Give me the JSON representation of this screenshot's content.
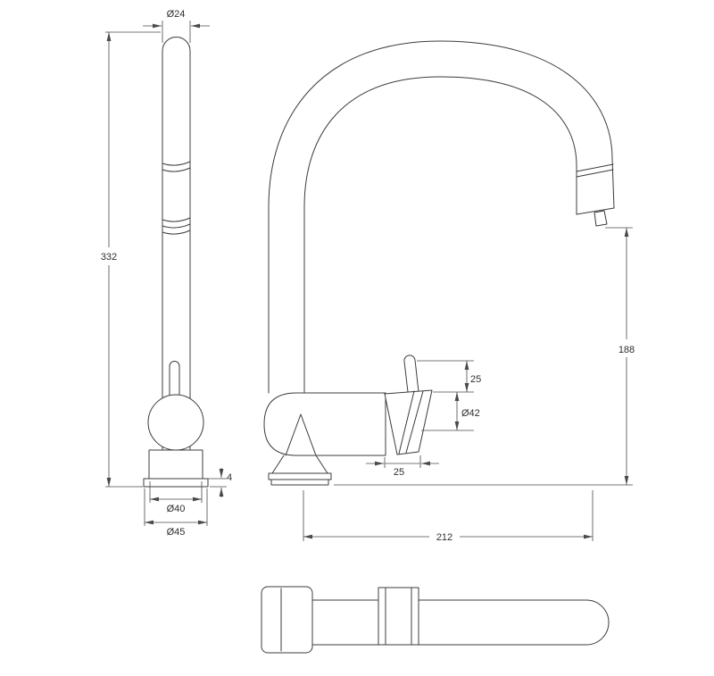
{
  "drawing": {
    "line_color": "#3c3c3c",
    "side_view": {
      "dim_spout_diameter": "Ø24",
      "dim_total_height": "332",
      "dim_flange_thickness": "4",
      "dim_base_diameter": "Ø40",
      "dim_flange_diameter": "Ø45"
    },
    "front_view": {
      "dim_lever_height": "25",
      "dim_handle_diameter": "Ø42",
      "dim_handle_length": "25",
      "dim_outlet_height": "188",
      "dim_spout_reach": "212"
    }
  }
}
